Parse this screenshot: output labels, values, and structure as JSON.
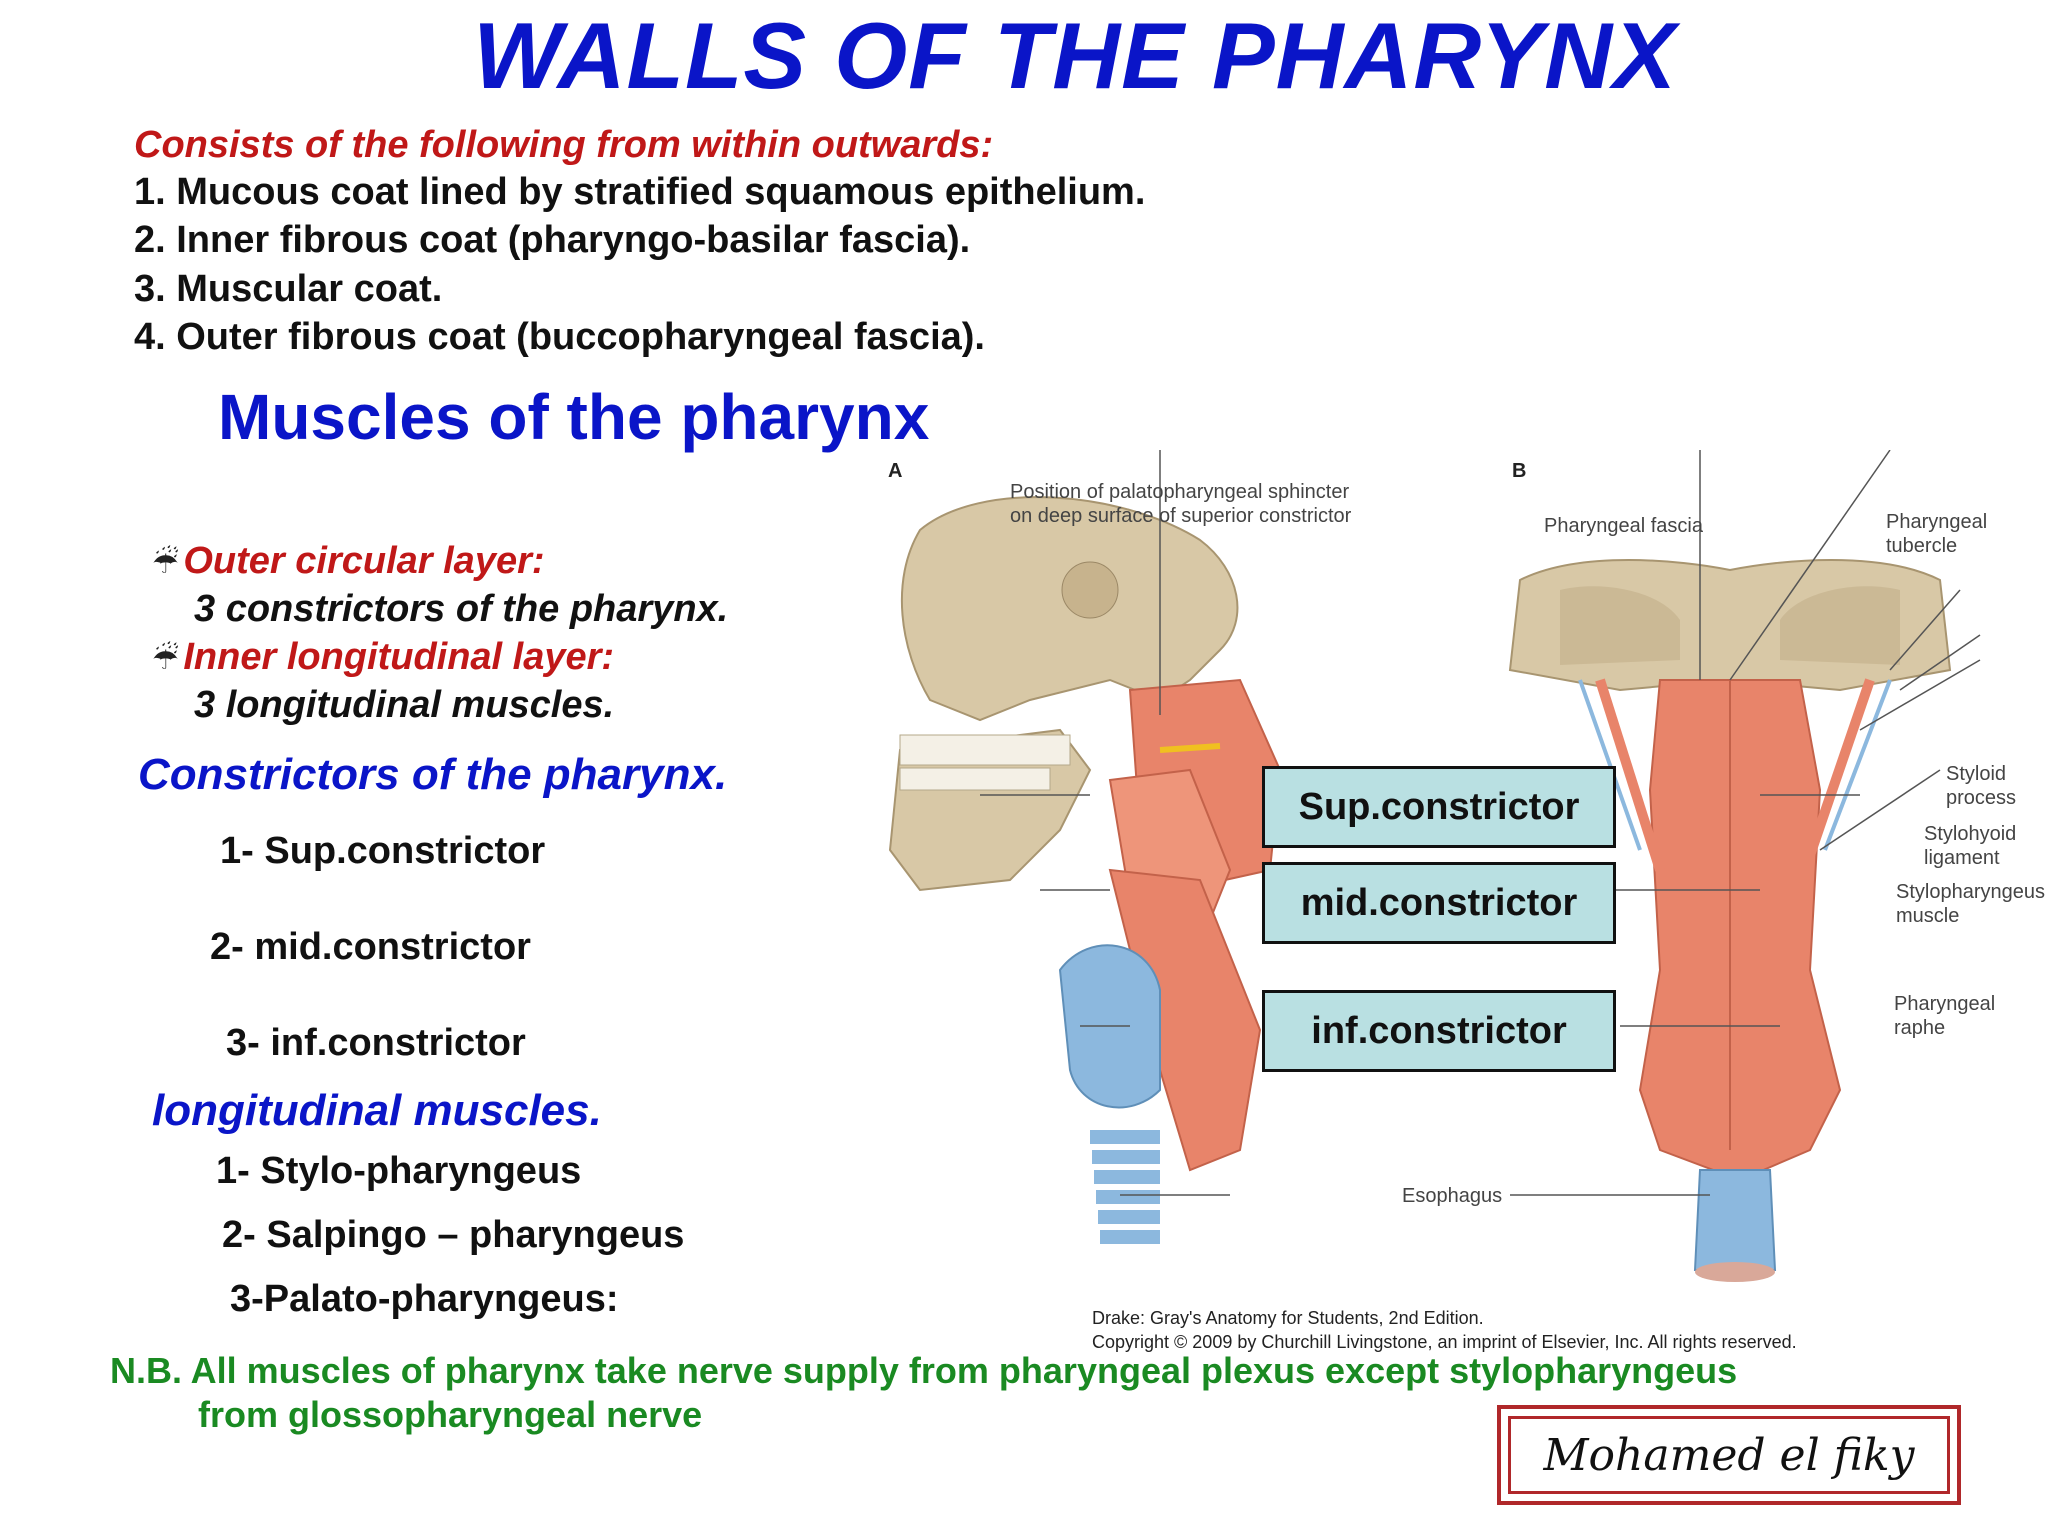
{
  "title": "WALLS OF THE PHARYNX",
  "walls": {
    "intro": "Consists of the following from within outwards:",
    "coats": [
      "1. Mucous coat lined by stratified squamous epithelium.",
      "2. Inner fibrous coat (pharyngo-basilar fascia).",
      "3. Muscular coat.",
      "4. Outer fibrous coat (buccopharyngeal fascia)."
    ]
  },
  "muscles_title": "Muscles of the pharynx",
  "layers": [
    {
      "label": "Outer circular layer",
      "colon": ":",
      "detail": "3 constrictors of the pharynx."
    },
    {
      "label": "Inner longitudinal layer:",
      "colon": "",
      "detail": "3 longitudinal muscles."
    }
  ],
  "constrictors": {
    "heading": "Constrictors of the pharynx.",
    "items": [
      "1- Sup.constrictor",
      "2- mid.constrictor",
      "3- inf.constrictor"
    ]
  },
  "longitudinal": {
    "heading": "longitudinal muscles.",
    "items": [
      "1- Stylo-pharyngeus",
      "2- Salpingo – pharyngeus",
      "3-Palato-pharyngeus:"
    ]
  },
  "note": {
    "line1": "N.B. All muscles of pharynx take nerve supply from pharyngeal plexus except stylopharyngeus",
    "line2": "from glossopharyngeal nerve"
  },
  "figure": {
    "panel_a": "A",
    "panel_b": "B",
    "label_sphincter_1": "Position of palatopharyngeal sphincter",
    "label_sphincter_2": "on deep surface of superior constrictor",
    "label_fascia": "Pharyngeal fascia",
    "label_tubercle_1": "Pharyngeal",
    "label_tubercle_2": "tubercle",
    "label_styloid_1": "Styloid",
    "label_styloid_2": "process",
    "label_stylohyoid_1": "Stylohyoid",
    "label_stylohyoid_2": "ligament",
    "label_stylopharyngeus_1": "Stylopharyngeus",
    "label_stylopharyngeus_2": "muscle",
    "label_raphe_1": "Pharyngeal",
    "label_raphe_2": "raphe",
    "label_esophagus": "Esophagus",
    "callouts": [
      "Sup.constrictor",
      "mid.constrictor",
      "inf.constrictor"
    ],
    "credit_1": "Drake: Gray's Anatomy for Students, 2nd Edition.",
    "credit_2": "Copyright © 2009 by Churchill Livingstone, an imprint of Elsevier, Inc. All rights reserved."
  },
  "signature": "Mohamed el fiky",
  "colors": {
    "title_blue": "#0a15c8",
    "accent_red": "#c01818",
    "note_green": "#1a8a22",
    "callout_fill": "#b9e0e2",
    "muscle": "#e8846a",
    "bone": "#d8c8a6",
    "cartilage": "#8cb8de"
  }
}
